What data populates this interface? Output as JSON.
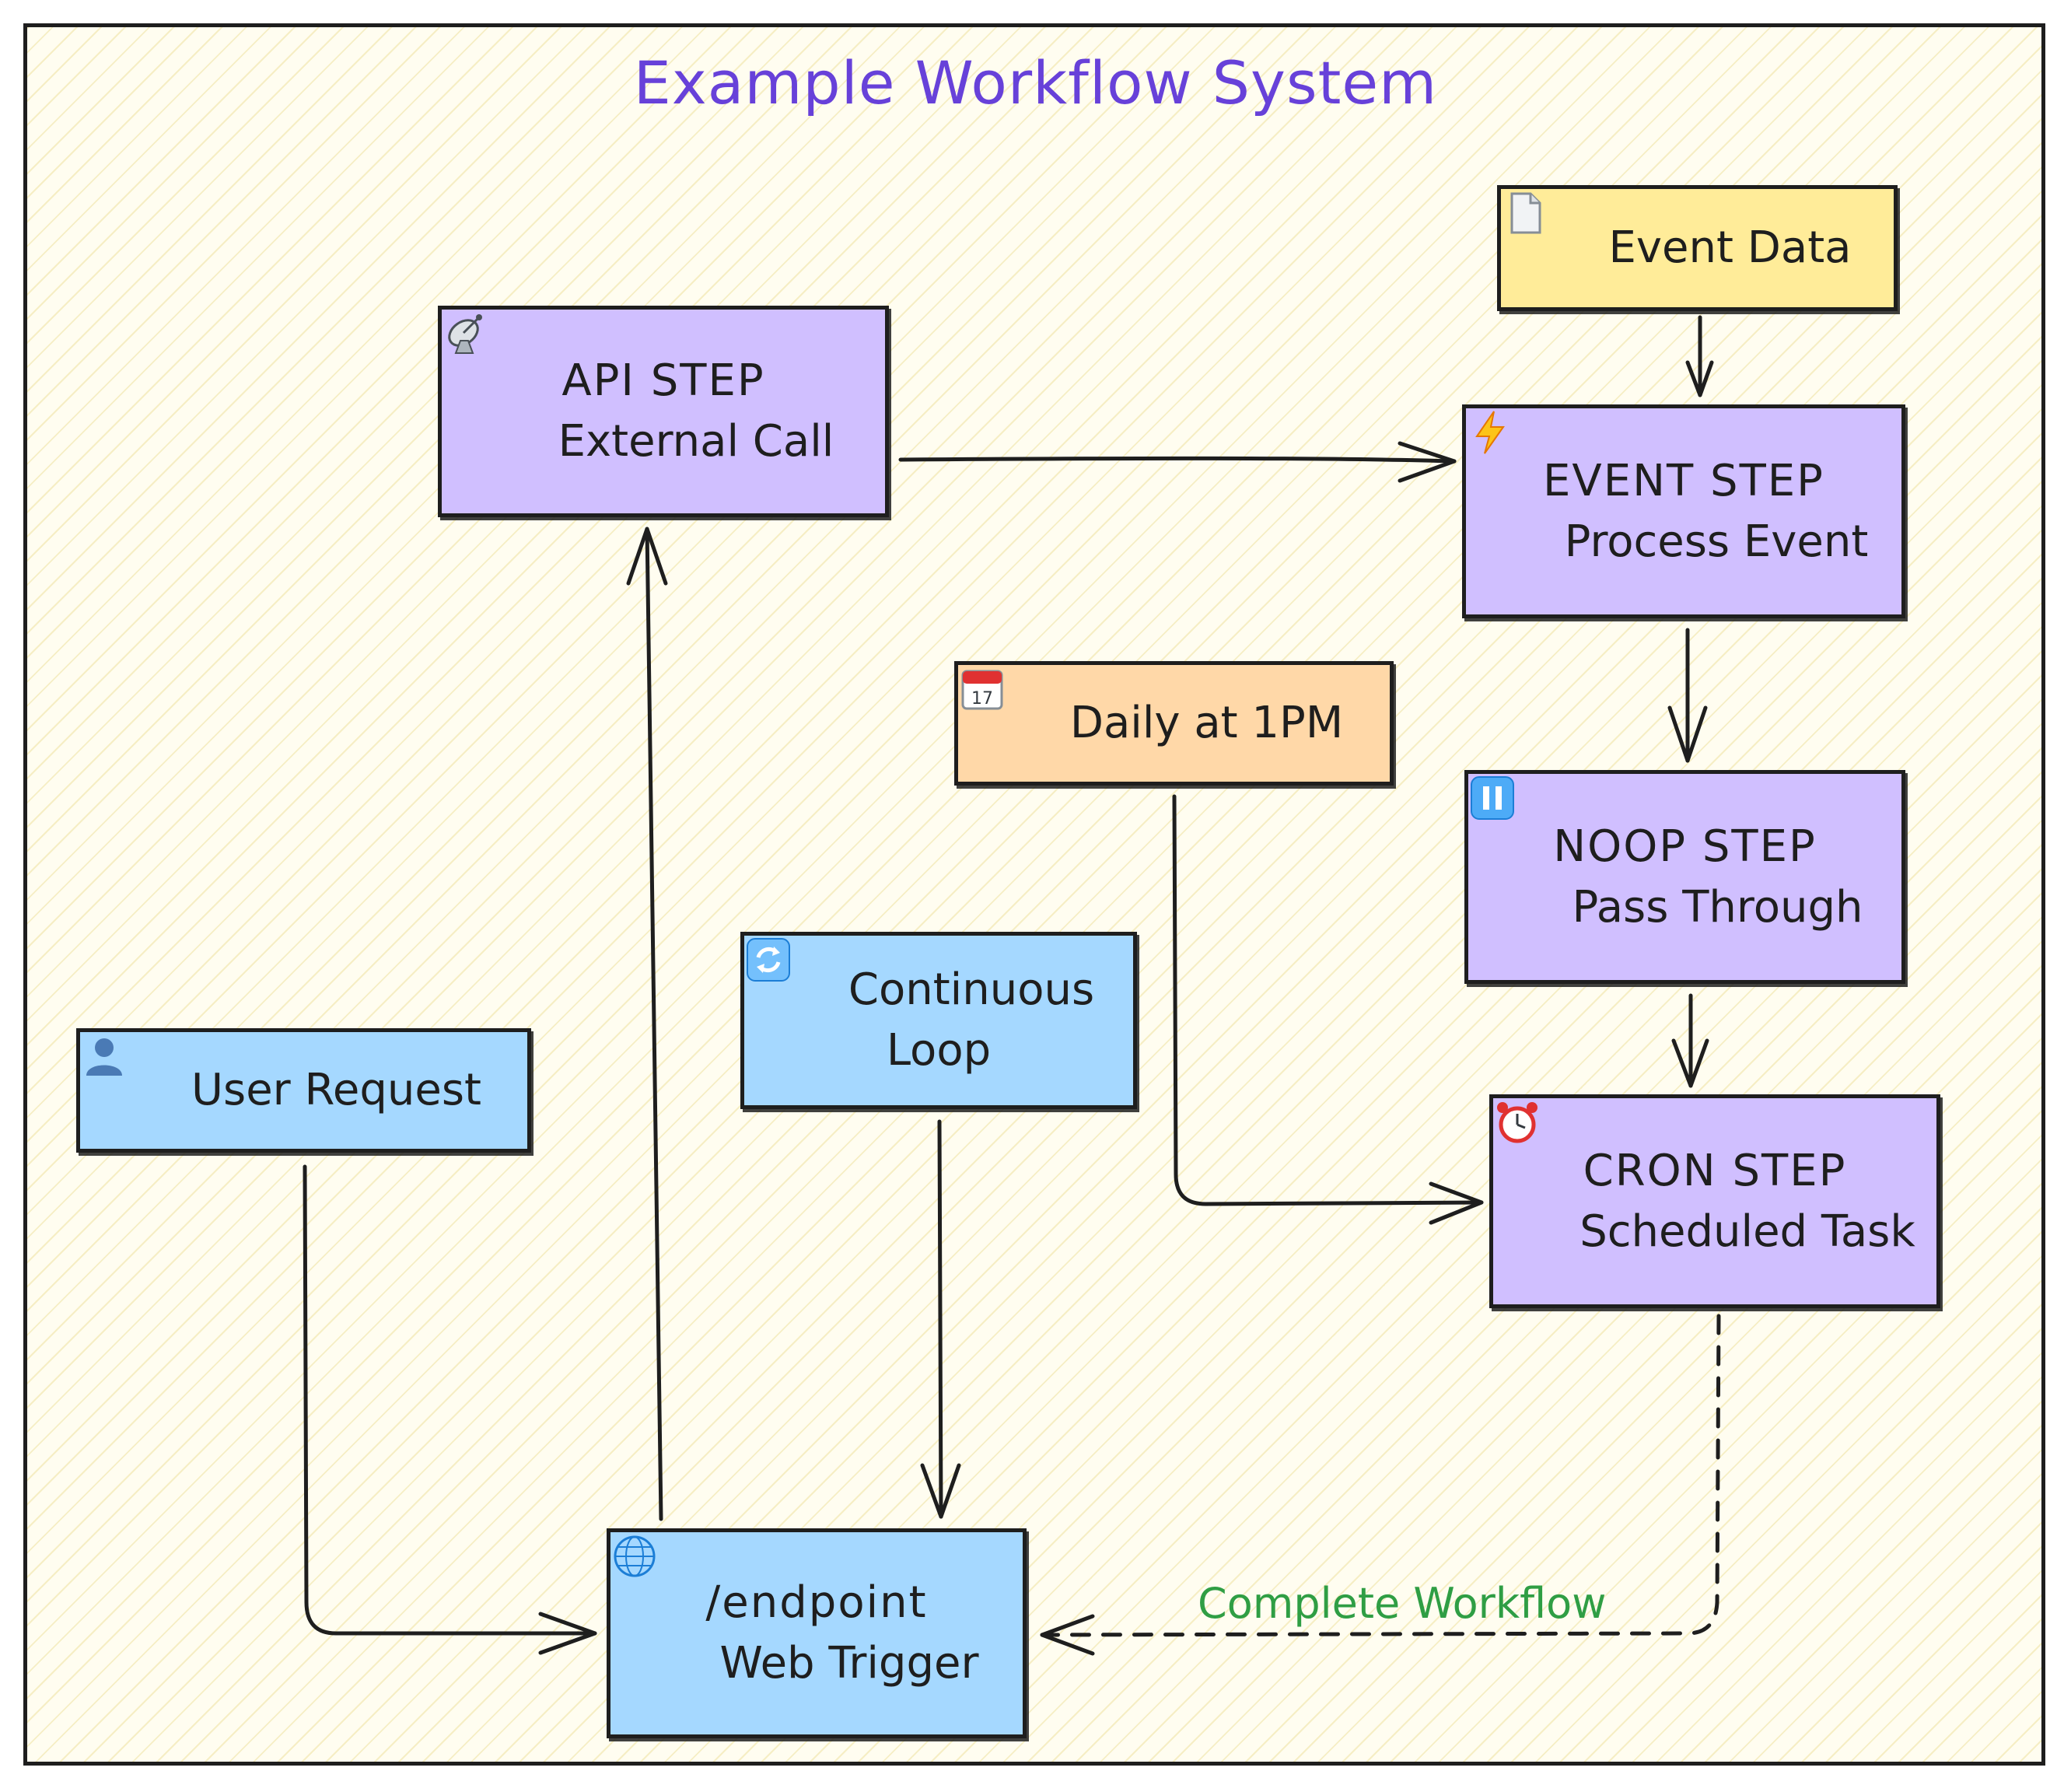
{
  "title": "Example Workflow System",
  "nodes": {
    "event_data": {
      "label": "Event Data",
      "icon": "document-icon",
      "color": "#ffec99"
    },
    "api_step": {
      "head": "API STEP",
      "label": "External Call",
      "icon": "satellite-antenna-icon",
      "color": "#d0bfff"
    },
    "event_step": {
      "head": "EVENT STEP",
      "label": "Process Event",
      "icon": "lightning-icon",
      "color": "#d0bfff"
    },
    "daily": {
      "label": "Daily at 1PM",
      "icon": "calendar-icon",
      "color": "#ffd8a8"
    },
    "noop_step": {
      "head": "NOOP STEP",
      "label": "Pass Through",
      "icon": "pause-icon",
      "color": "#d0bfff"
    },
    "loop": {
      "label_line1": "Continuous",
      "label_line2": "Loop",
      "icon": "refresh-icon",
      "color": "#a5d8ff"
    },
    "user_request": {
      "label": "User Request",
      "icon": "user-icon",
      "color": "#a5d8ff"
    },
    "cron_step": {
      "head": "CRON STEP",
      "label": "Scheduled Task",
      "icon": "alarm-clock-icon",
      "color": "#d0bfff"
    },
    "endpoint": {
      "head": "/endpoint",
      "label": "Web Trigger",
      "icon": "globe-icon",
      "color": "#a5d8ff"
    }
  },
  "edges": [
    {
      "from": "api_step",
      "to": "event_step",
      "style": "solid"
    },
    {
      "from": "event_data",
      "to": "event_step",
      "style": "solid"
    },
    {
      "from": "event_step",
      "to": "noop_step",
      "style": "solid"
    },
    {
      "from": "noop_step",
      "to": "cron_step",
      "style": "solid"
    },
    {
      "from": "daily",
      "to": "cron_step",
      "style": "solid"
    },
    {
      "from": "loop",
      "to": "endpoint",
      "style": "solid"
    },
    {
      "from": "user_request",
      "to": "endpoint",
      "style": "solid"
    },
    {
      "from": "endpoint",
      "to": "api_step",
      "style": "solid"
    },
    {
      "from": "cron_step",
      "to": "endpoint",
      "style": "dashed",
      "label": "Complete Workflow",
      "label_color": "#2f9e44"
    }
  ],
  "colors": {
    "title": "#6741d9",
    "stroke": "#1e1e1e",
    "background": "#fffdf0"
  }
}
